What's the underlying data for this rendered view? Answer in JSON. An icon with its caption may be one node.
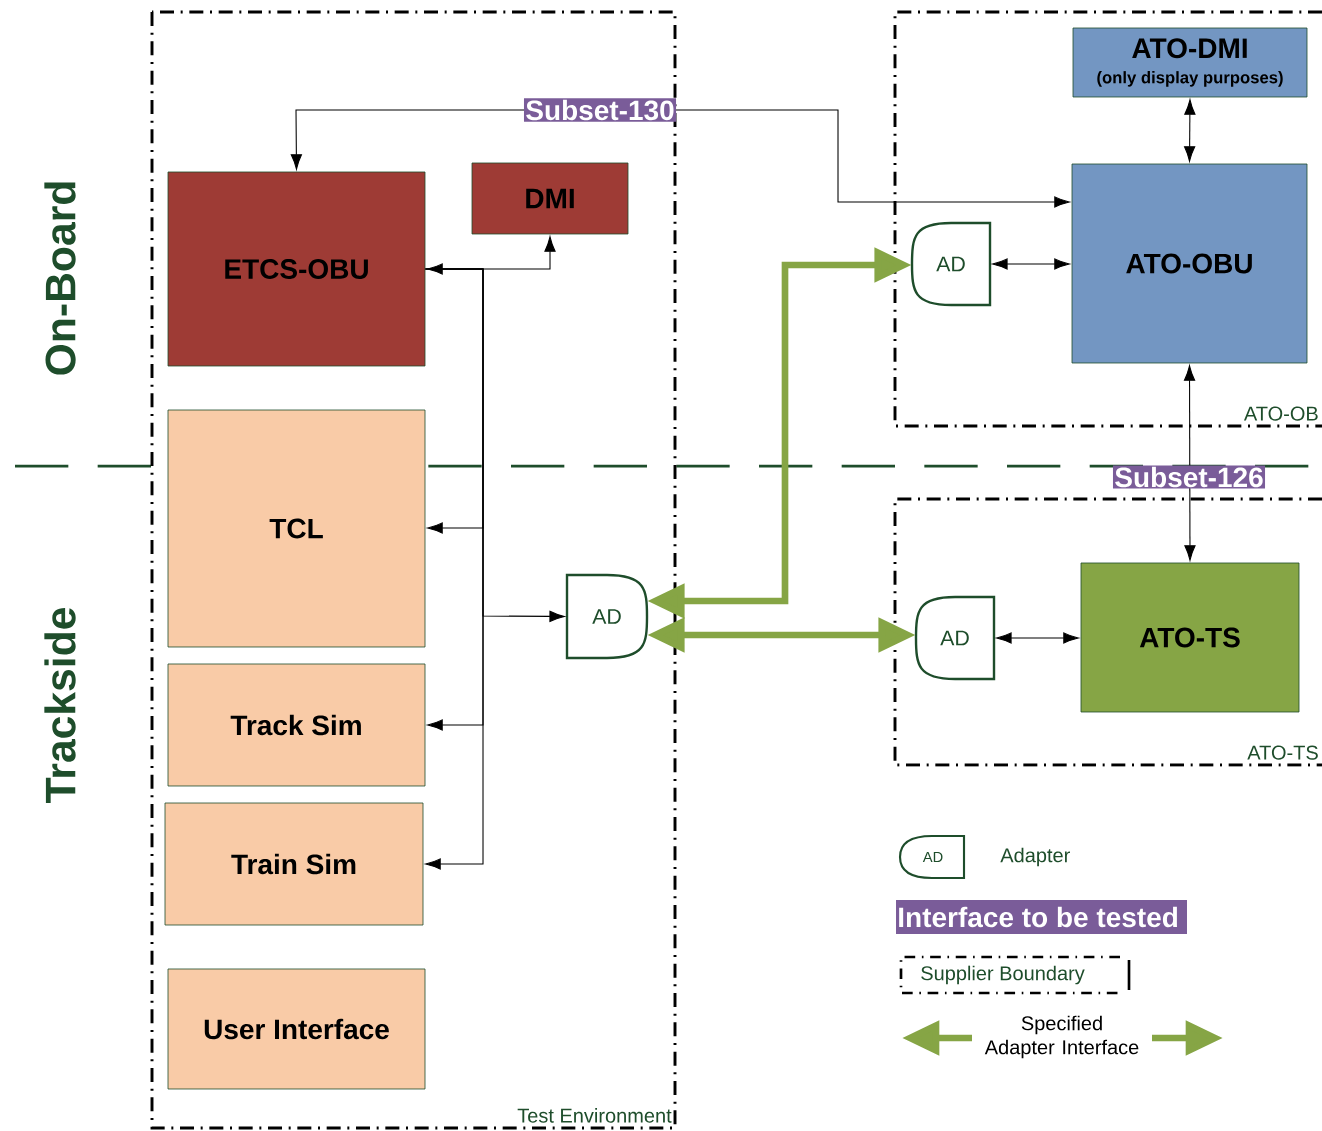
{
  "diagram": {
    "nodes": [
      {
        "text": [
          "Test Environment"
        ]
      },
      {
        "text": [
          "ATO-OB"
        ]
      },
      {
        "text": [
          "ATO-TS"
        ]
      },
      {
        "text": [
          "ETCS-OBU"
        ],
        "in": 0
      },
      {
        "text": [
          "DMI"
        ],
        "in": 0
      },
      {
        "text": [
          "TCL"
        ],
        "in": 0
      },
      {
        "text": [
          "Track Sim"
        ],
        "in": 0
      },
      {
        "text": [
          "Train Sim"
        ],
        "in": 0
      },
      {
        "text": [
          "User Interface"
        ],
        "in": 0
      },
      {
        "text": [
          "AD"
        ],
        "in": 0
      },
      {
        "text": [
          "ATO-DMI",
          "(only display purposes)"
        ],
        "in": 1
      },
      {
        "text": [
          "ATO-OBU"
        ],
        "in": 1
      },
      {
        "text": [
          "AD"
        ],
        "in": 1
      },
      {
        "text": [
          "ATO-TS"
        ],
        "in": 2
      },
      {
        "text": [
          "AD"
        ],
        "in": 2
      }
    ],
    "edges": [
      {
        "from": 3,
        "to": 11,
        "arrow": "both",
        "label": "Subset-130"
      },
      {
        "from": 3,
        "to": 4,
        "arrow": "both"
      },
      {
        "from": 3,
        "to": 5,
        "arrow": "to"
      },
      {
        "from": 3,
        "to": 6,
        "arrow": "to"
      },
      {
        "from": 3,
        "to": 7,
        "arrow": "to"
      },
      {
        "from": 3,
        "to": 9,
        "arrow": "to"
      },
      {
        "from": 10,
        "to": 11,
        "arrow": "both"
      },
      {
        "from": 12,
        "to": 11,
        "arrow": "both"
      },
      {
        "from": 9,
        "to": 12,
        "arrow": "both",
        "style": "thick",
        "color": "#86a545"
      },
      {
        "from": 9,
        "to": 14,
        "arrow": "both",
        "style": "thick",
        "color": "#86a545"
      },
      {
        "from": 14,
        "to": 13,
        "arrow": "both"
      },
      {
        "from": 11,
        "to": 13,
        "arrow": "both",
        "label": "Subset-126"
      }
    ],
    "labels": [
      "On-Board",
      "Trackside",
      "AD"
    ],
    "legend": [
      {
        "text": "Adapter"
      },
      {
        "text": "Interface to be tested",
        "color": "#7a5c99"
      },
      {
        "text": "Supplier Boundary"
      },
      {
        "text": "Specified Adapter Interface"
      }
    ]
  }
}
